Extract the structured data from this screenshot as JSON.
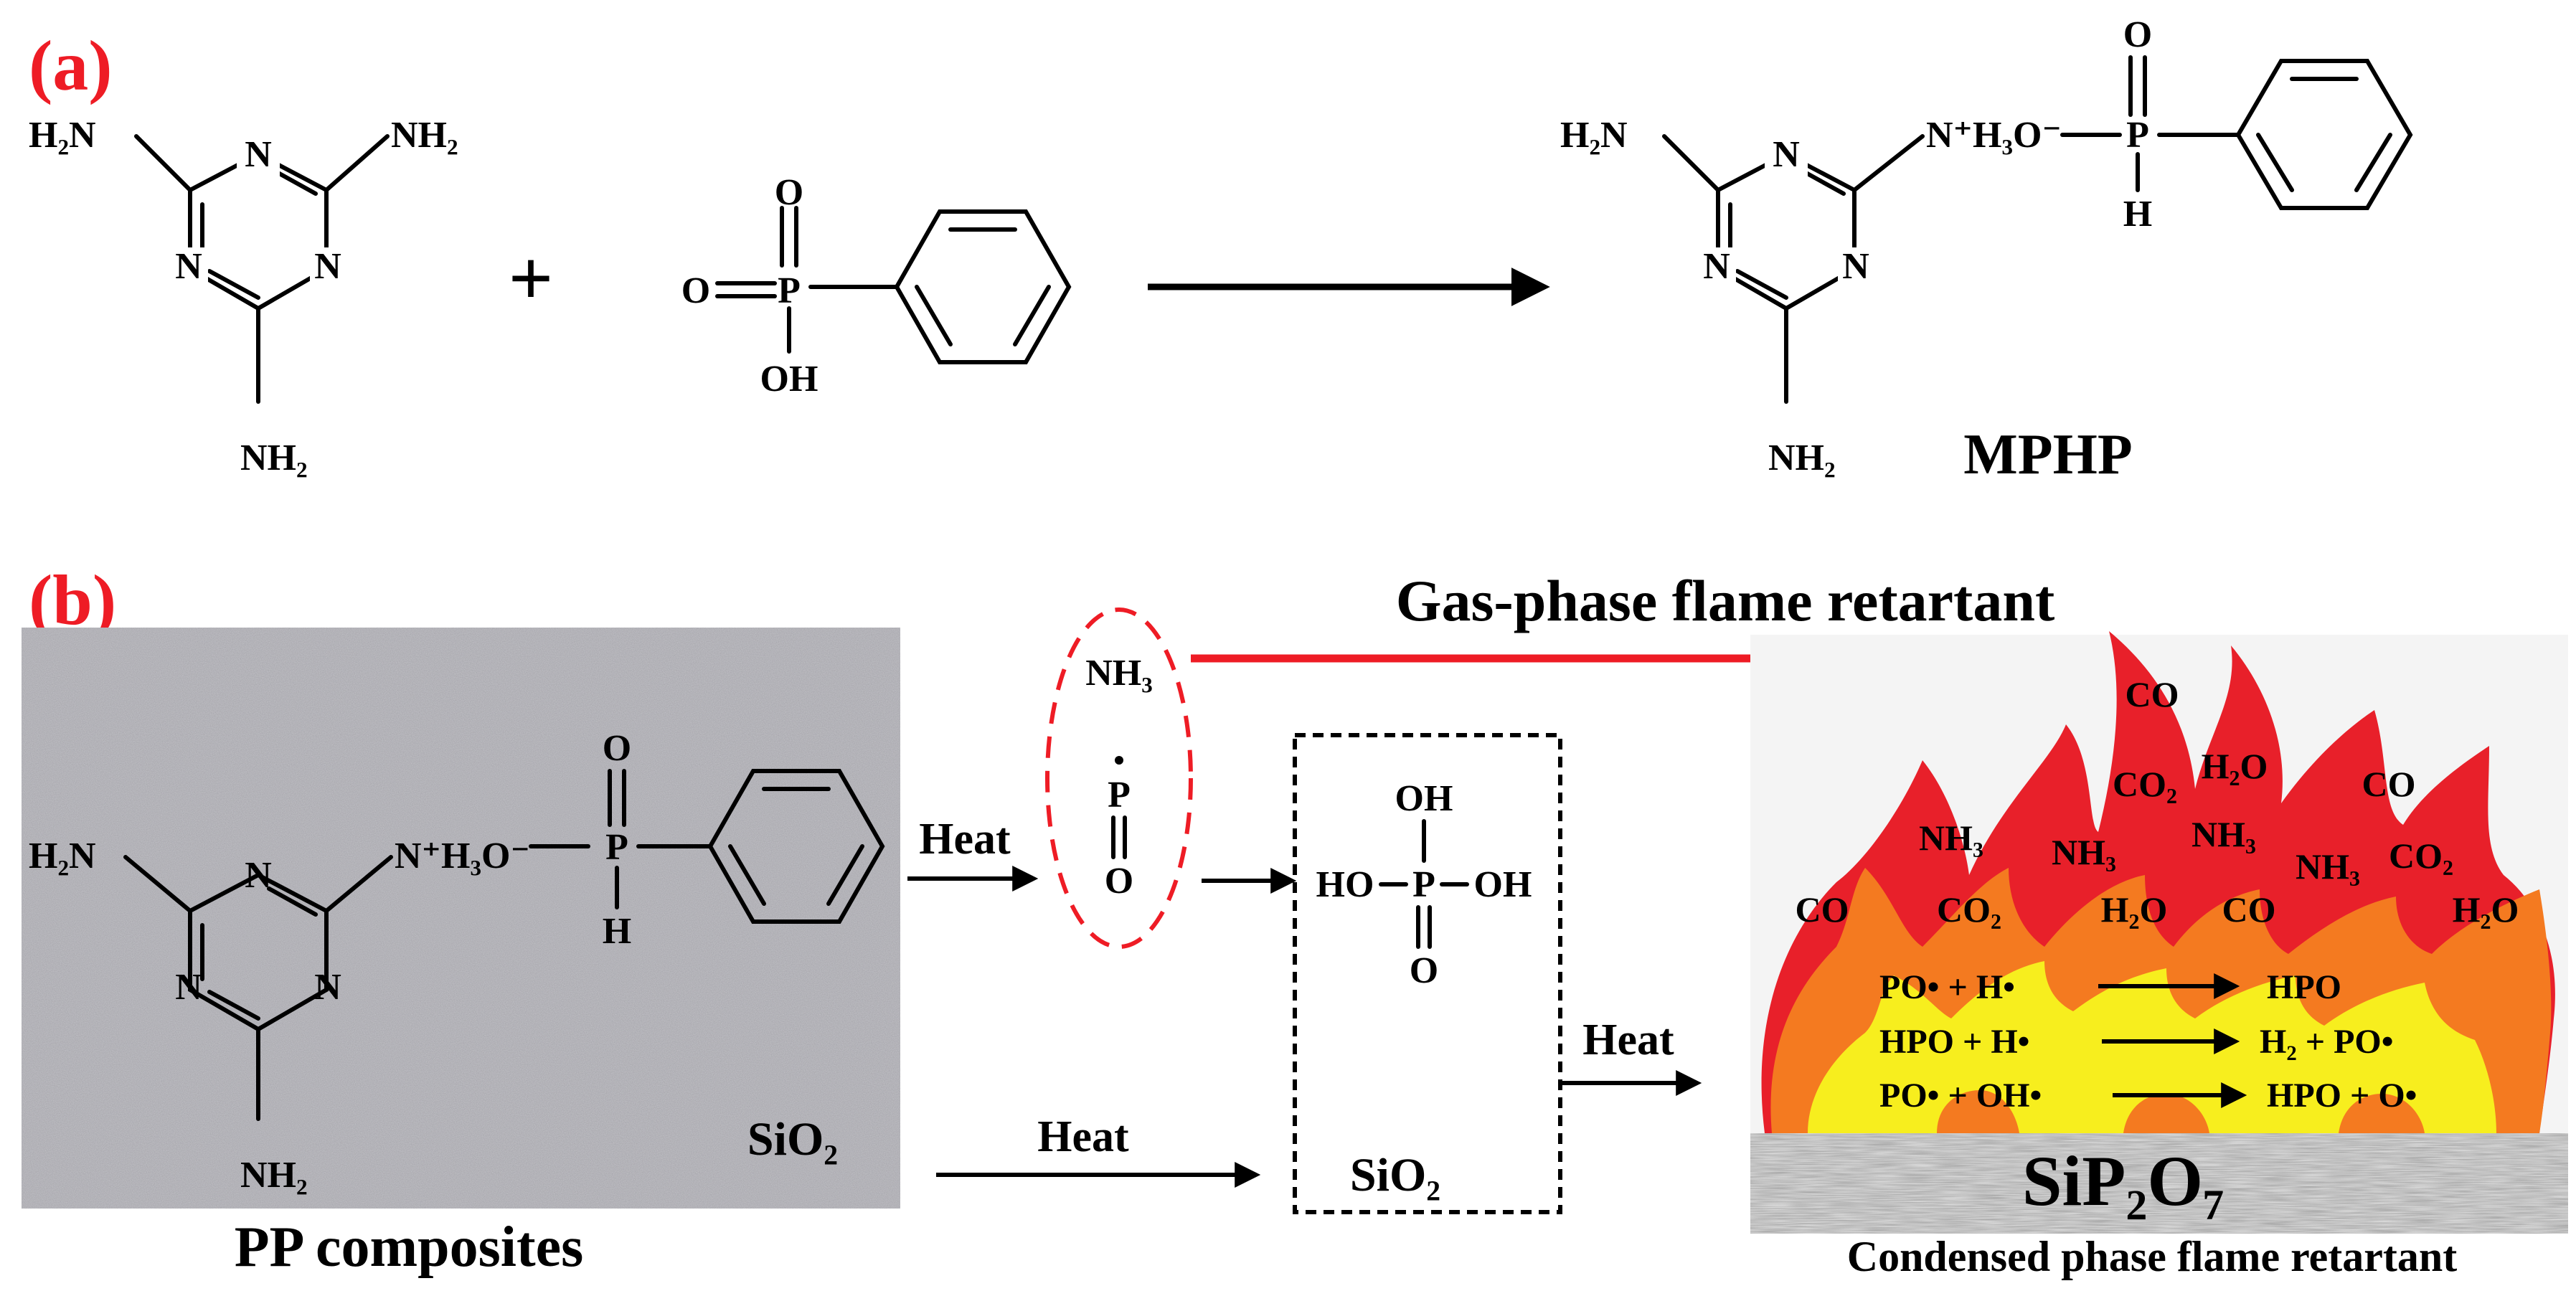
{
  "panels": {
    "a": {
      "label": "(a)",
      "melamine": {
        "nh2_tl": "H₂N",
        "nh2_tr": "NH₂",
        "nh2_b": "NH₂",
        "n": "N"
      },
      "plus": "+",
      "phenylphosphinic": {
        "o_top": "O",
        "o_left": "O",
        "p": "P",
        "oh": "OH"
      },
      "product": {
        "nh2_l": "H₂N",
        "nh3": "N⁺H₃O⁻",
        "p": "P",
        "o": "O",
        "h": "H",
        "nh2_b": "NH₂",
        "n": "N"
      },
      "product_name": "MPHP"
    },
    "b": {
      "label": "(b)",
      "gas_phase": "Gas-phase flame retartant",
      "pp_composites": "PP composites",
      "sio2_box": "SiO₂",
      "heat1": "Heat",
      "heat2": "Heat",
      "heat3": "Heat",
      "nh3": "NH₃",
      "p_radical": "P",
      "o": "O",
      "phosphoric": {
        "oh": "OH",
        "ho": "HO",
        "p": "P",
        "oh2": "OH",
        "o": "O"
      },
      "sio2_dash": "SiO₂",
      "flame_species": [
        "CO",
        "CO₂",
        "H₂O",
        "CO",
        "NH₃",
        "NH₃",
        "NH₃",
        "NH₃",
        "CO₂",
        "CO",
        "CO₂",
        "H₂O",
        "CO",
        "H₂O"
      ],
      "reactions": [
        {
          "lhs": "PO• + H•",
          "rhs": "HPO"
        },
        {
          "lhs": "HPO + H•",
          "rhs": "H₂ + PO•"
        },
        {
          "lhs": "PO• + OH•",
          "rhs": "HPO + O•"
        }
      ],
      "sip2o7": "SiP₂O₇",
      "condensed": "Condensed phase flame retartant"
    }
  },
  "colors": {
    "red": "#ee1c25",
    "flame_red": "#e8202a",
    "flame_orange": "#f47a20",
    "flame_yellow": "#f7ee1e"
  }
}
